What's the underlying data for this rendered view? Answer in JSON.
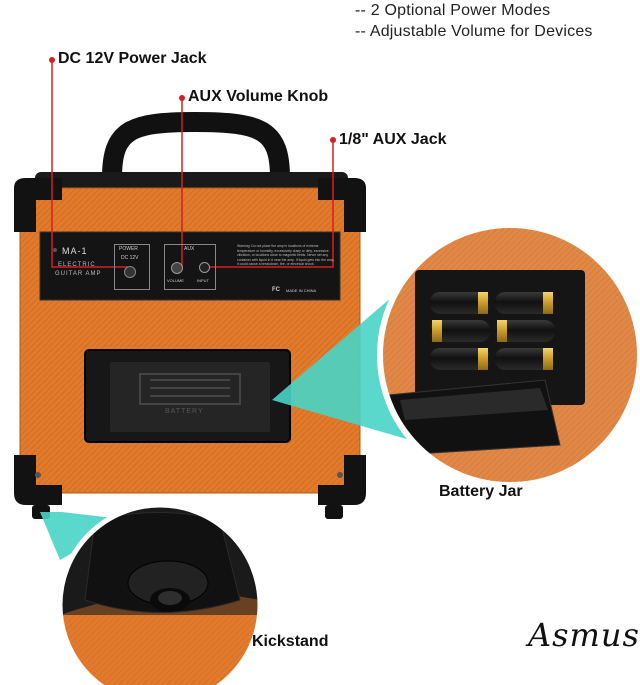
{
  "features": [
    "-- 2 Optional Power Modes",
    "-- Adjustable Volume for Devices"
  ],
  "callouts": {
    "power_jack": "DC 12V Power Jack",
    "aux_knob": "AUX Volume Knob",
    "aux_jack": "1/8\" AUX Jack",
    "battery": "Battery Jar",
    "kickstand": "Kickstand"
  },
  "panel": {
    "model": "MA-1",
    "type_line1": "ELECTRIC",
    "type_line2": "GUITAR AMP",
    "power_label": "POWER",
    "dc_label": "DC 12V",
    "aux_label": "AUX",
    "volume_label": "VOLUME",
    "input_label": "INPUT",
    "warning": "Warning: Do not place the amp in locations of extreme temperature or humidity, excessively dusty or dirty, excessive vibration, or locations close to magnetic fields. Never set any container with liquid in it near the amp. If liquid gets into the amp, it could cause a breakdown, fire, or electrical shock.",
    "fc": "FC",
    "made_in": "MADE IN CHINA",
    "battery_door": "BATTERY"
  },
  "brand": "Asmuse",
  "colors": {
    "orange": "#e27a2c",
    "orange_dark": "#c4621c",
    "black": "#151515",
    "callout_red": "#d42020",
    "zoom_teal": "#49d4c6"
  }
}
